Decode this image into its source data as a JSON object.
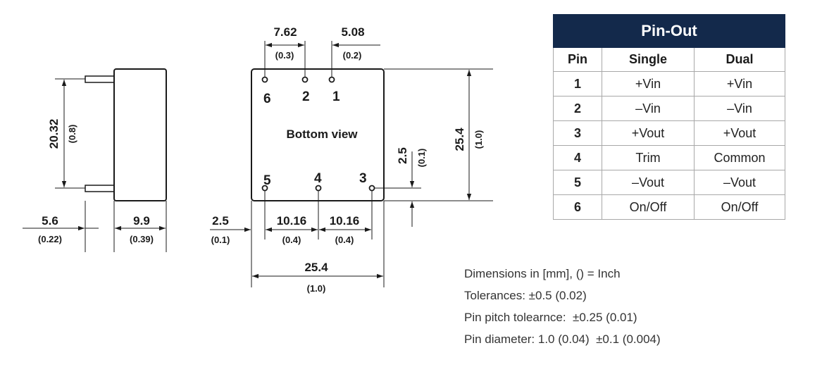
{
  "side_view": {
    "height_mm": "20.32",
    "height_in": "(0.8)",
    "pin_length_mm": "5.6",
    "pin_length_in": "(0.22)",
    "body_depth_mm": "9.9",
    "body_depth_in": "(0.39)"
  },
  "bottom_view": {
    "label": "Bottom view",
    "pitch_top_left_mm": "7.62",
    "pitch_top_left_in": "(0.3)",
    "pitch_top_right_mm": "5.08",
    "pitch_top_right_in": "(0.2)",
    "height_mm": "25.4",
    "height_in": "(1.0)",
    "pin_offset_v_mm": "2.5",
    "pin_offset_v_in": "(0.1)",
    "pin_offset_h_mm": "2.5",
    "pin_offset_h_in": "(0.1)",
    "pitch_bottom_1_mm": "10.16",
    "pitch_bottom_1_in": "(0.4)",
    "pitch_bottom_2_mm": "10.16",
    "pitch_bottom_2_in": "(0.4)",
    "width_mm": "25.4",
    "width_in": "(1.0)",
    "pins_top": [
      "6",
      "2",
      "1"
    ],
    "pins_bottom": [
      "5",
      "4",
      "3"
    ]
  },
  "pinout": {
    "title": "Pin-Out",
    "headers": [
      "Pin",
      "Single",
      "Dual"
    ],
    "rows": [
      [
        "1",
        "+Vin",
        "+Vin"
      ],
      [
        "2",
        "–Vin",
        "–Vin"
      ],
      [
        "3",
        "+Vout",
        "+Vout"
      ],
      [
        "4",
        "Trim",
        "Common"
      ],
      [
        "5",
        "–Vout",
        "–Vout"
      ],
      [
        "6",
        "On/Off",
        "On/Off"
      ]
    ]
  },
  "notes": [
    "Dimensions in [mm], () = Inch",
    "Tolerances: ±0.5 (0.02)",
    "Pin pitch tolearnce:  ±0.25 (0.01)",
    "Pin diameter: 1.0 (0.04)  ±0.1 (0.004)"
  ]
}
